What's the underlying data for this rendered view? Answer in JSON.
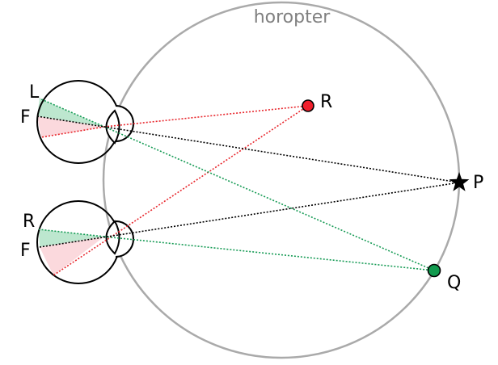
{
  "title": "horopter",
  "colors": {
    "horopter": "#aaaaaa",
    "horopter_label": "#808080",
    "red_line": "#e8272d",
    "green_line": "#169b55",
    "black_line": "#000000",
    "red_fill": "#fbd9dd",
    "green_fill": "#bde7cf",
    "point_R": "#f11f2c",
    "point_Q": "#119a4e"
  },
  "points": {
    "R": "R",
    "P": "P",
    "Q": "Q"
  },
  "left_eye": {
    "top_label": "L",
    "bottom_label": "F"
  },
  "right_eye": {
    "top_label": "R",
    "bottom_label": "F"
  },
  "icons": {
    "P": "star-icon",
    "R": "filled-circle-icon",
    "Q": "filled-circle-icon"
  }
}
